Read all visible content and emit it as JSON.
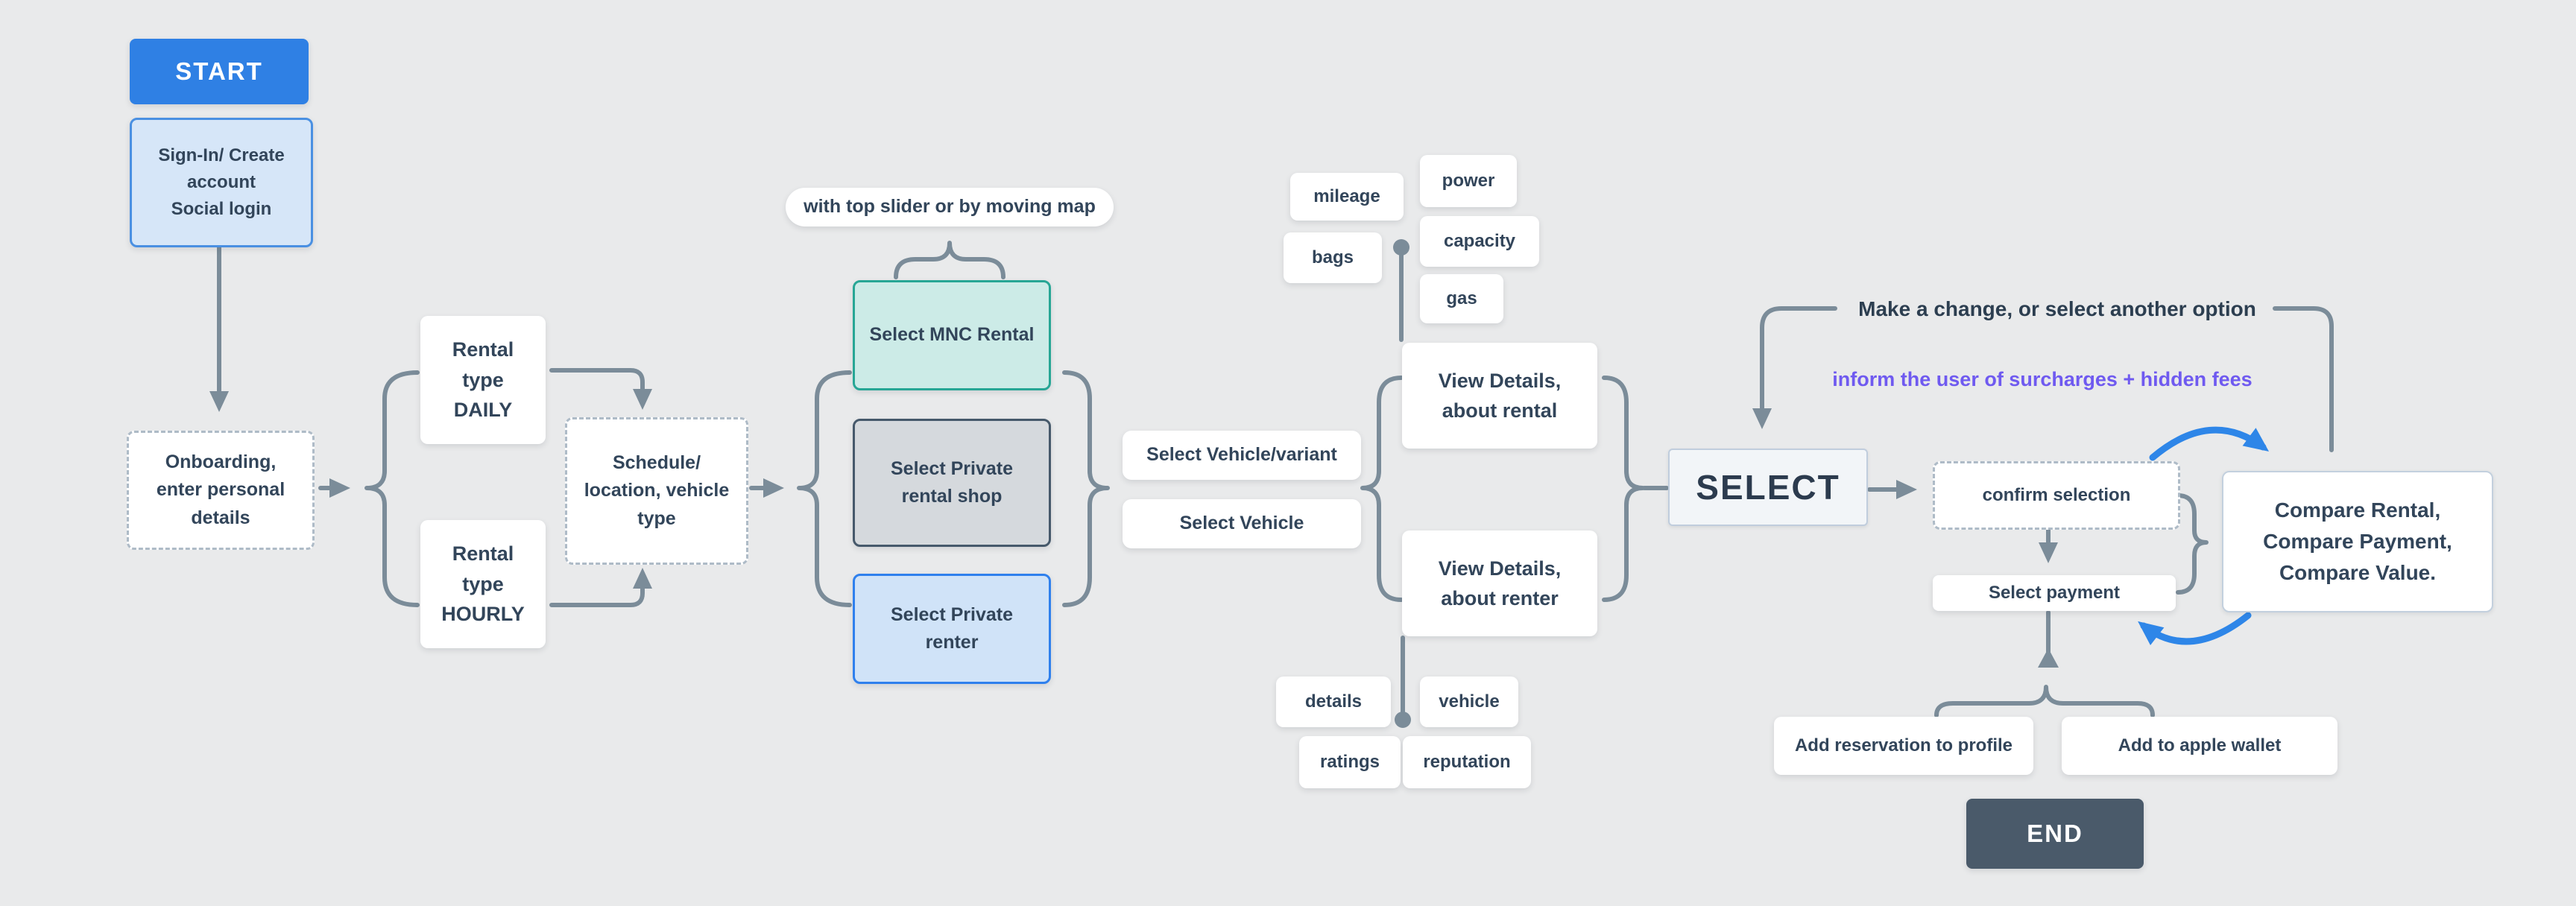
{
  "flow": {
    "start": "START",
    "signin": "Sign-In/ Create\naccount\nSocial login",
    "onboarding": "Onboarding,\nenter personal\ndetails",
    "rental_daily": "Rental\ntype\nDAILY",
    "rental_hourly": "Rental\ntype\nHOURLY",
    "schedule": "Schedule/\nlocation, vehicle\ntype",
    "slider_note": "with top slider or by moving map",
    "select_mnc": "Select MNC Rental",
    "select_shop": "Select Private\nrental shop",
    "select_renter": "Select Private\nrenter",
    "select_vehicle_variant": "Select Vehicle/variant",
    "select_vehicle": "Select Vehicle",
    "rental_tags": {
      "mileage": "mileage",
      "bags": "bags",
      "power": "power",
      "capacity": "capacity",
      "gas": "gas"
    },
    "renter_tags": {
      "details": "details",
      "ratings": "ratings",
      "vehicle": "vehicle",
      "reputation": "reputation"
    },
    "view_rental": "View Details,\nabout rental",
    "view_renter": "View Details,\nabout renter",
    "select": "SELECT",
    "confirm": "confirm selection",
    "payment": "Select payment",
    "compare": "Compare Rental,\nCompare Payment,\nCompare Value.",
    "make_change": "Make a change, or select another option",
    "inform": "inform the user of surcharges + hidden fees",
    "add_profile": "Add reservation to profile",
    "add_wallet": "Add to apple wallet",
    "end": "END"
  },
  "colors": {
    "background": "#e9eaeb",
    "connector_gray": "#7b8c99",
    "connector_blue": "#2e86e8",
    "text": "#32455a",
    "accent_purple": "#6f5af0",
    "start_fill": "#2f80e4",
    "signin_fill": "#d6e6f8",
    "signin_border": "#4a90e2",
    "mnc_fill": "#ccebe7",
    "mnc_border": "#27a695",
    "shop_fill": "#d5d9dd",
    "shop_border": "#46596b",
    "renter_fill": "#d0e3f8",
    "renter_border": "#2f80ed",
    "select_fill": "#f2f5f8",
    "compare_border": "#c3d0de",
    "end_fill": "#4a5a6a"
  }
}
